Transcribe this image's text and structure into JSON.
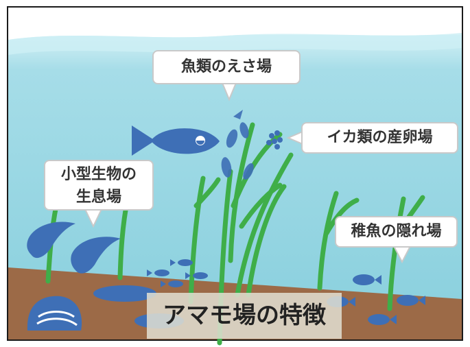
{
  "labels": {
    "fish_food": "魚類のえさ場",
    "squid_spawning": "イカ類の産卵場",
    "small_organisms_line1": "小型生物の",
    "small_organisms_line2": "生息場",
    "juvenile_hiding": "稚魚の隠れ場"
  },
  "title": "アマモ場の特徴",
  "colors": {
    "water": "#8fd1df",
    "water_top": "#c8ecf3",
    "seabed": "#9c6a47",
    "eelgrass": "#3fae49",
    "creature": "#3e6fb6",
    "frame": "#1a1a1a"
  }
}
